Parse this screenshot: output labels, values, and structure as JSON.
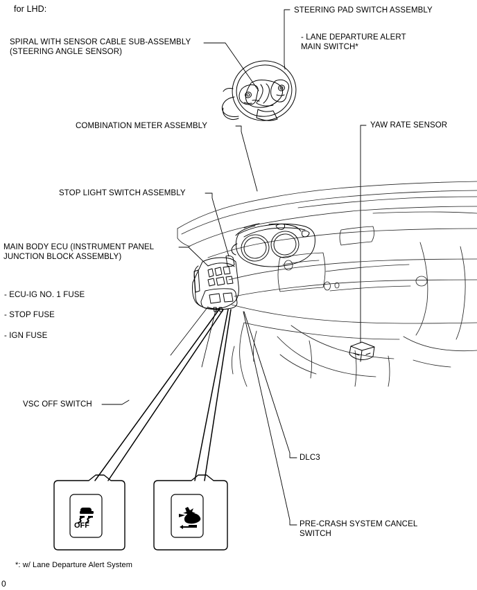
{
  "document": {
    "heading": "for LHD:",
    "footnote": "*: w/ Lane Departure Alert System",
    "page_number": "0"
  },
  "callouts": [
    {
      "key": "spiral_cable",
      "label": "SPIRAL WITH SENSOR CABLE SUB-ASSEMBLY\n(STEERING ANGLE SENSOR)"
    },
    {
      "key": "steering_pad",
      "label": "STEERING PAD SWITCH ASSEMBLY"
    },
    {
      "key": "lane_departure",
      "label": "- LANE DEPARTURE ALERT\nMAIN SWITCH*"
    },
    {
      "key": "combination_meter",
      "label": "COMBINATION METER ASSEMBLY"
    },
    {
      "key": "yaw_rate_sensor",
      "label": "YAW RATE SENSOR"
    },
    {
      "key": "stop_light_switch",
      "label": "STOP LIGHT SWITCH ASSEMBLY"
    },
    {
      "key": "main_body_ecu",
      "label": "MAIN BODY ECU (INSTRUMENT PANEL\nJUNCTION BLOCK ASSEMBLY)"
    },
    {
      "key": "fuse_ecu_ig",
      "label": "- ECU-IG NO. 1 FUSE"
    },
    {
      "key": "fuse_stop",
      "label": "- STOP FUSE"
    },
    {
      "key": "fuse_ign",
      "label": "- IGN FUSE"
    },
    {
      "key": "vsc_off_switch",
      "label": "VSC OFF SWITCH"
    },
    {
      "key": "dlc3",
      "label": "DLC3"
    },
    {
      "key": "pre_crash_cancel",
      "label": "PRE-CRASH SYSTEM CANCEL\nSWITCH"
    }
  ],
  "switch_panels": [
    {
      "key": "vsc_off_panel",
      "icon": "vsc-off-icon",
      "icon_text": "OFF"
    },
    {
      "key": "pre_crash_panel",
      "icon": "pre-crash-icon",
      "icon_text": ""
    }
  ],
  "colors": {
    "line": "#000000",
    "artwork_line": "#1a1a1a",
    "background": "#ffffff"
  }
}
